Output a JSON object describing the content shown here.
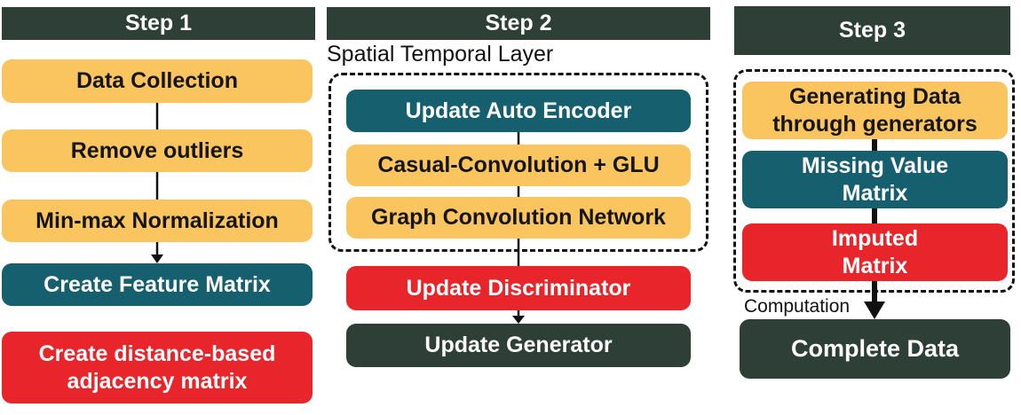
{
  "colors": {
    "dark": "#2D3F37",
    "yellow": "#FAC45F",
    "teal": "#155F6E",
    "red": "#E8252A"
  },
  "step1": {
    "header": "Step 1",
    "boxes": [
      {
        "label": "Data Collection",
        "color": "yellow"
      },
      {
        "label": "Remove outliers",
        "color": "yellow"
      },
      {
        "label": "Min-max Normalization",
        "color": "yellow"
      },
      {
        "label": "Create Feature Matrix",
        "color": "teal"
      },
      {
        "label": "Create distance-based\nadjacency matrix",
        "color": "red"
      }
    ]
  },
  "step2": {
    "header": "Step 2",
    "layer_label": "Spatial Temporal Layer",
    "layer_boxes": [
      {
        "label": "Update Auto Encoder",
        "color": "teal"
      },
      {
        "label": "Casual-Convolution + GLU",
        "color": "yellow"
      },
      {
        "label": "Graph Convolution Network",
        "color": "yellow"
      }
    ],
    "boxes": [
      {
        "label": "Update Discriminator",
        "color": "red"
      },
      {
        "label": "Update Generator",
        "color": "dark"
      }
    ]
  },
  "step3": {
    "header": "Step 3",
    "layer_boxes": [
      {
        "label": "Generating Data\nthrough generators",
        "color": "yellow"
      },
      {
        "label": "Missing Value\nMatrix",
        "color": "teal"
      },
      {
        "label": "Imputed\nMatrix",
        "color": "red"
      }
    ],
    "computation_label": "Computation",
    "final_box": {
      "label": "Complete Data",
      "color": "dark"
    }
  }
}
